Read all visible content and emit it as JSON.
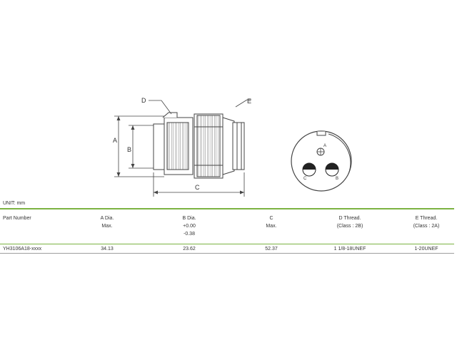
{
  "drawing": {
    "labels": {
      "a": "A",
      "b": "B",
      "c": "C",
      "d": "D",
      "e": "E"
    },
    "pins": {
      "a": "A",
      "b": "B",
      "c": "C"
    }
  },
  "unit_text": "UNIT: mm",
  "table": {
    "headers": [
      {
        "line1": "Part Number",
        "line2": "",
        "line3": ""
      },
      {
        "line1": "A Dia.",
        "line2": "Max.",
        "line3": ""
      },
      {
        "line1": "B Dia.",
        "line2": "+0.00",
        "line3": "-0.38"
      },
      {
        "line1": "C",
        "line2": "Max.",
        "line3": ""
      },
      {
        "line1": "D Thread.",
        "line2": "(Class : 2B)",
        "line3": ""
      },
      {
        "line1": "E Thread.",
        "line2": "(Class : 2A)",
        "line3": ""
      }
    ],
    "row": [
      "YH3106A18-xxxx",
      "34.13",
      "23.62",
      "52.37",
      "1 1/8-18UNEF",
      "1-20UNEF"
    ]
  },
  "colors": {
    "accent_line": "#7cb342",
    "row_line": "#9e9e9e"
  }
}
